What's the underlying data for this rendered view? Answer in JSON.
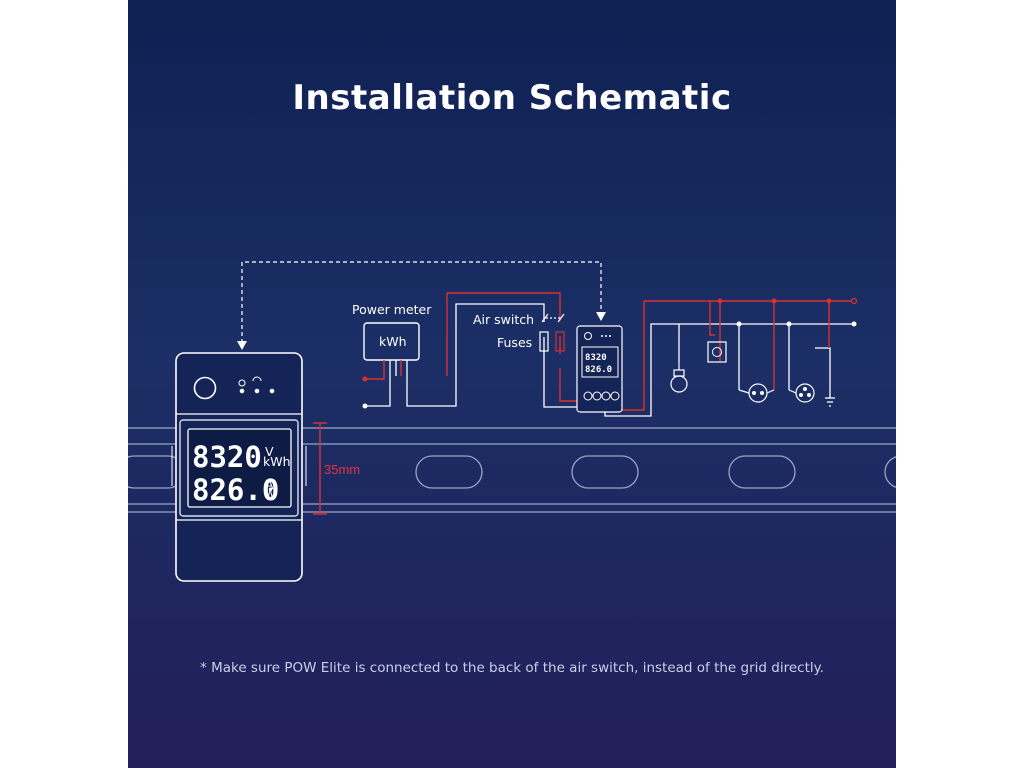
{
  "title": "Installation Schematic",
  "labels": {
    "power_meter": "Power meter",
    "kwh": "kWh",
    "air_switch": "Air switch",
    "fuses": "Fuses",
    "rail_height": "35mm"
  },
  "device_display": {
    "top_value": "8320",
    "top_unit_upper": "V",
    "top_unit_lower": "kWh",
    "bottom_value": "826.0",
    "bottom_unit_upper": "A",
    "bottom_unit_lower": "W"
  },
  "small_device_display": {
    "top_value": "8320",
    "bottom_value": "826.0"
  },
  "note": "* Make sure POW Elite is connected to the back of the air switch, instead of the grid directly.",
  "colors": {
    "background": "#1b2f66",
    "line": "#ffffff",
    "wire_red": "#d9302f",
    "accent_red": "#e0353a"
  }
}
